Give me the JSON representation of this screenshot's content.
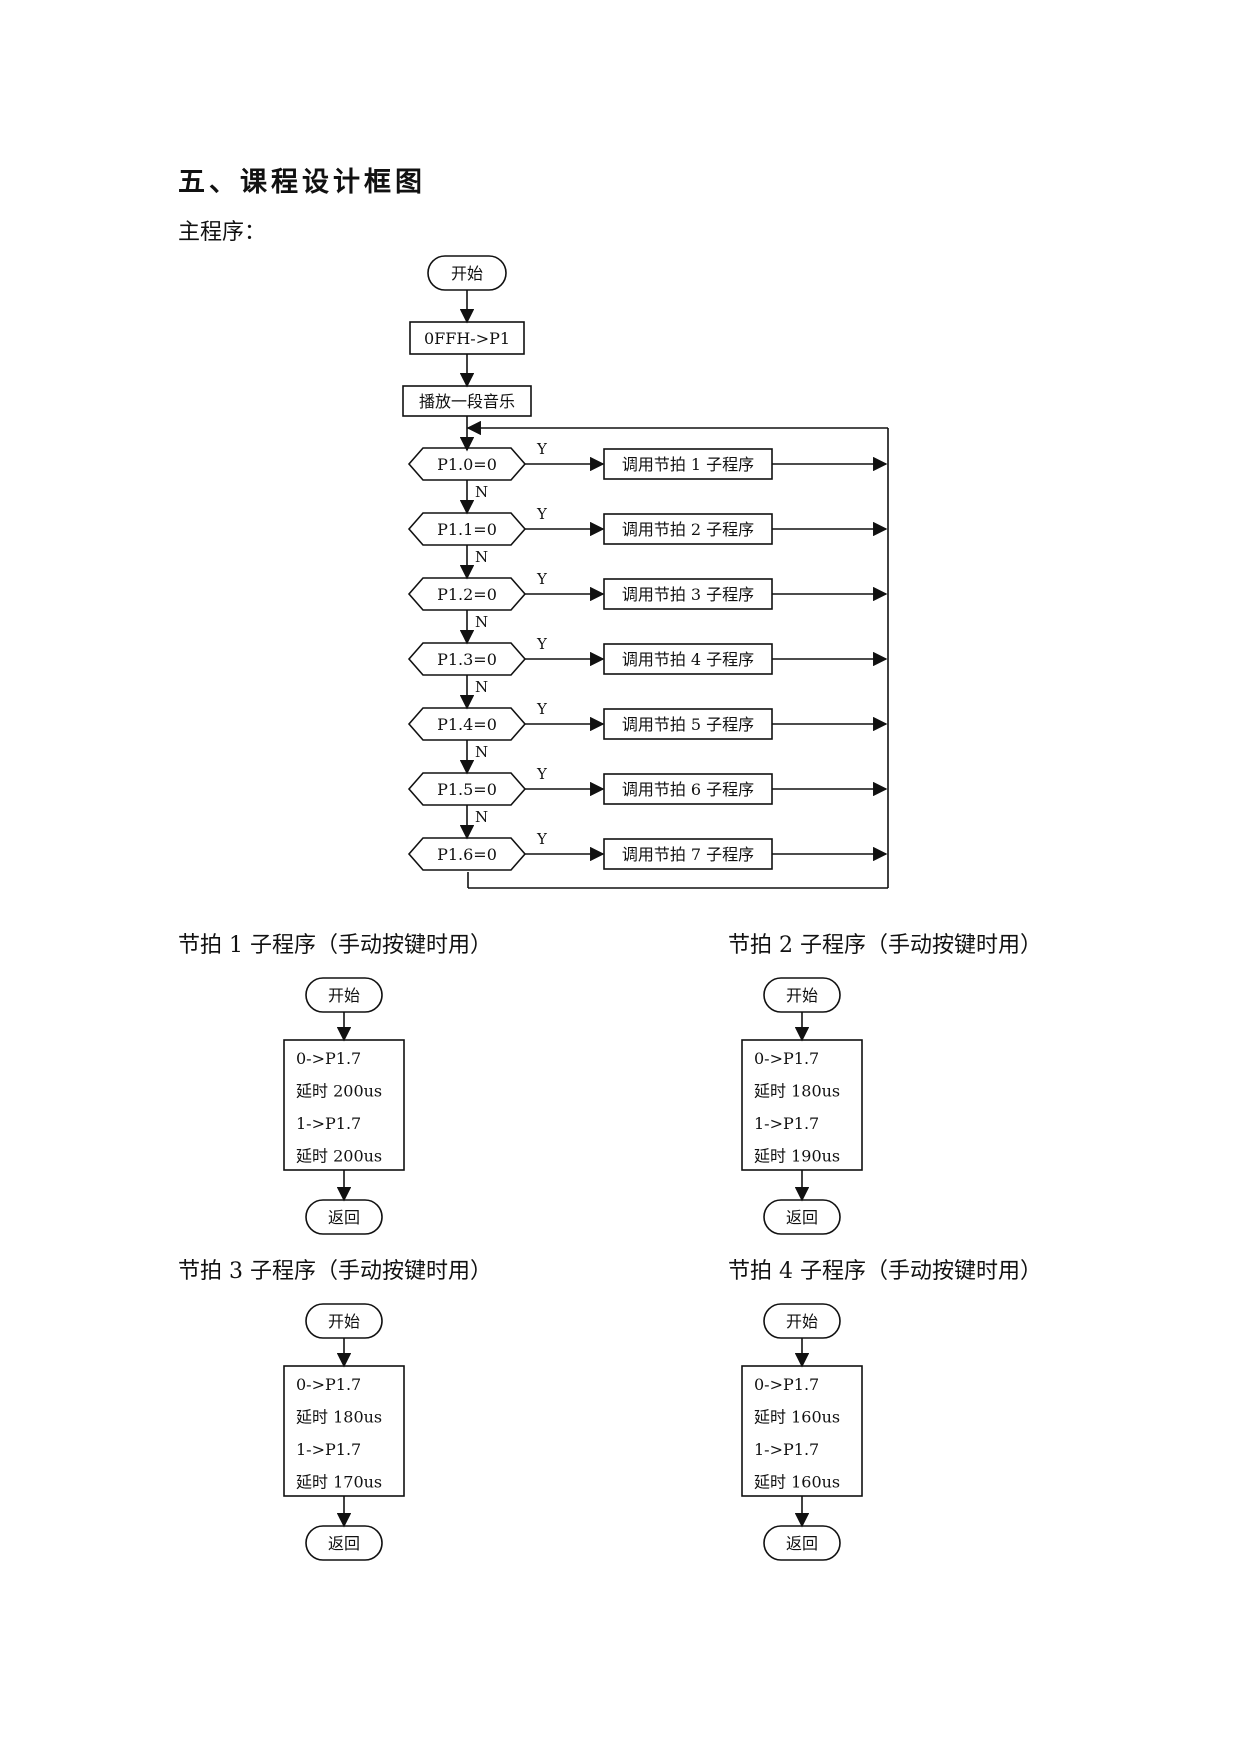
{
  "heading": "五、课程设计框图",
  "main_label": "主程序：",
  "main": {
    "start": "开始",
    "init": "0FFH->P1",
    "play": "播放一段音乐",
    "yes": "Y",
    "no": "N",
    "conditions": [
      "P1.0=0",
      "P1.1=0",
      "P1.2=0",
      "P1.3=0",
      "P1.4=0",
      "P1.5=0",
      "P1.6=0"
    ],
    "actions": [
      "调用节拍 1 子程序",
      "调用节拍 2 子程序",
      "调用节拍 3 子程序",
      "调用节拍 4 子程序",
      "调用节拍 5 子程序",
      "调用节拍 6 子程序",
      "调用节拍 7 子程序"
    ]
  },
  "subroutines": [
    {
      "title": "节拍 1 子程序（手动按键时用）",
      "start": "开始",
      "steps": [
        "0->P1.7",
        "延时 200us",
        "1->P1.7",
        "延时 200us"
      ],
      "end": "返回"
    },
    {
      "title": "节拍 2 子程序（手动按键时用）",
      "start": "开始",
      "steps": [
        "0->P1.7",
        "延时 180us",
        "1->P1.7",
        "延时 190us"
      ],
      "end": "返回"
    },
    {
      "title": "节拍 3 子程序（手动按键时用）",
      "start": "开始",
      "steps": [
        "0->P1.7",
        "延时 180us",
        "1->P1.7",
        "延时 170us"
      ],
      "end": "返回"
    },
    {
      "title": "节拍 4 子程序（手动按键时用）",
      "start": "开始",
      "steps": [
        "0->P1.7",
        "延时 160us",
        "1->P1.7",
        "延时 160us"
      ],
      "end": "返回"
    }
  ]
}
